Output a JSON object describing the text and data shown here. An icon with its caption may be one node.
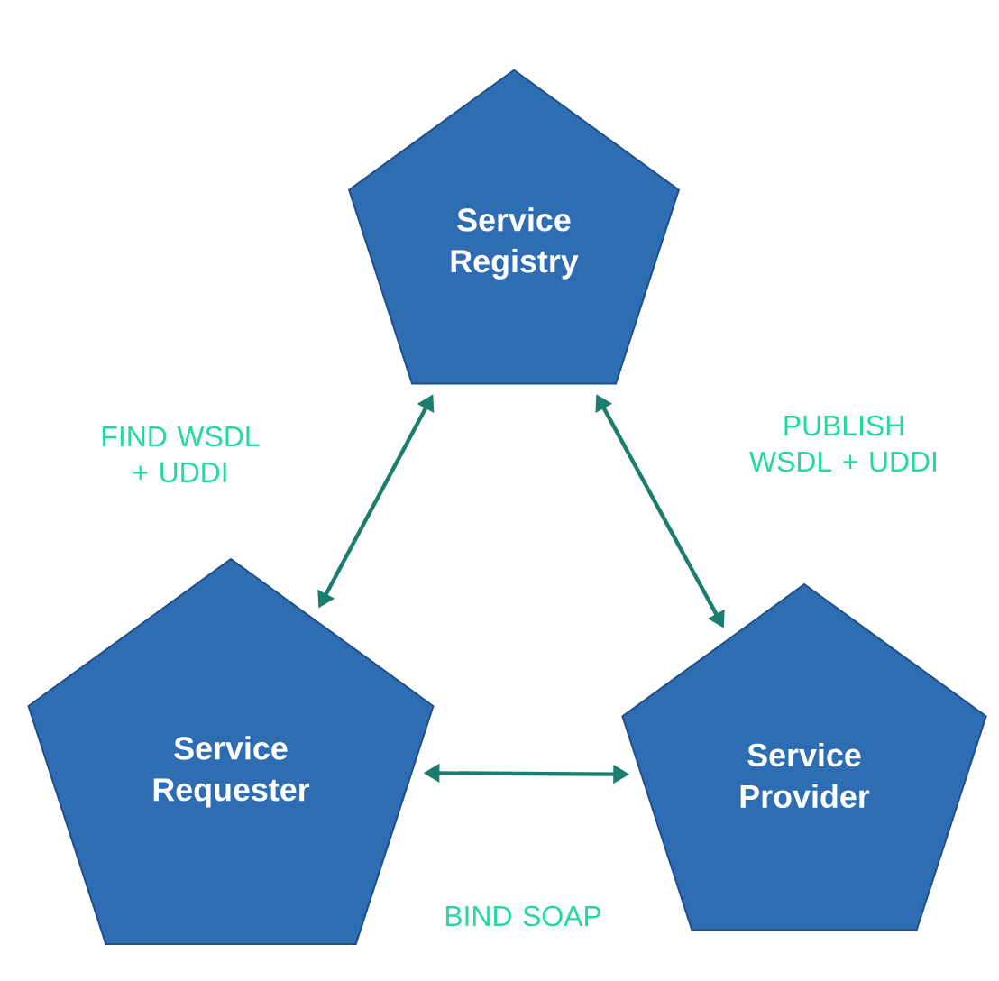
{
  "diagram": {
    "nodes": [
      {
        "text": [
          "Service Registry"
        ]
      },
      {
        "text": [
          "Service Requester"
        ]
      },
      {
        "text": [
          "Service Provider"
        ]
      }
    ],
    "edges": [
      {
        "from": 1,
        "to": 0,
        "arrow": "both",
        "label": "FIND WSDL + UDDI"
      },
      {
        "from": 0,
        "to": 2,
        "arrow": "both",
        "label": "PUBLISH WSDL + UDDI"
      },
      {
        "from": 1,
        "to": 2,
        "arrow": "both",
        "label": "BIND SOAP"
      }
    ]
  }
}
